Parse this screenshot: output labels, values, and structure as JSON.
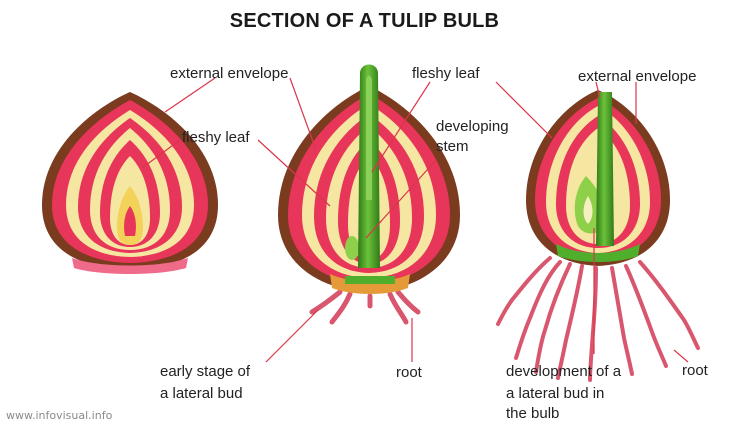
{
  "title": "SECTION OF A TULIP BULB",
  "labels": {
    "external_envelope_1": "external envelope",
    "fleshy_leaf_1": "fleshy leaf",
    "fleshy_leaf_2": "fleshy leaf",
    "developing_stem_1": "developing",
    "developing_stem_2": "stem",
    "external_envelope_2": "external envelope",
    "early_stage_1": "early stage of",
    "early_stage_2": "a lateral bud",
    "root_1": "root",
    "development_1": "development of a",
    "development_2": "a lateral bud in",
    "development_3": "the bulb",
    "root_2": "root"
  },
  "credit": "www.infovisual.info",
  "colors": {
    "envelope": "#7a3b1f",
    "scale_red": "#e8355a",
    "scale_pink": "#f06a8a",
    "scale_cream": "#f5e6a2",
    "scale_yellow": "#f3d25a",
    "stem_green": "#4fae2c",
    "stem_dark": "#2f7a18",
    "root_pink": "#d9576e",
    "leader": "#d9364a"
  }
}
